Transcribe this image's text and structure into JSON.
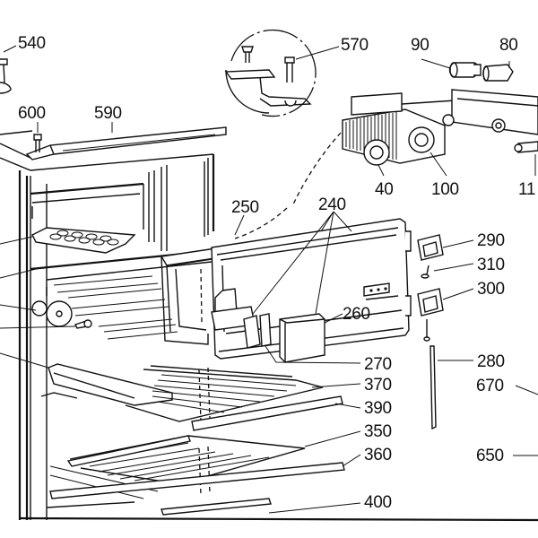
{
  "diagram": {
    "type": "exploded parts diagram",
    "subject": "refrigerator",
    "colors": {
      "ink": "#111111",
      "paper": "#ffffff"
    },
    "callouts": [
      {
        "id": "540",
        "label": "540"
      },
      {
        "id": "570",
        "label": "570"
      },
      {
        "id": "90",
        "label": "90"
      },
      {
        "id": "80",
        "label": "80"
      },
      {
        "id": "600",
        "label": "600"
      },
      {
        "id": "590",
        "label": "590"
      },
      {
        "id": "40",
        "label": "40"
      },
      {
        "id": "100",
        "label": "100"
      },
      {
        "id": "11",
        "label": "11"
      },
      {
        "id": "250",
        "label": "250"
      },
      {
        "id": "240",
        "label": "240"
      },
      {
        "id": "290",
        "label": "290"
      },
      {
        "id": "310",
        "label": "310"
      },
      {
        "id": "300",
        "label": "300"
      },
      {
        "id": "260",
        "label": "260"
      },
      {
        "id": "270",
        "label": "270"
      },
      {
        "id": "280",
        "label": "280"
      },
      {
        "id": "370",
        "label": "370"
      },
      {
        "id": "670",
        "label": "670"
      },
      {
        "id": "390",
        "label": "390"
      },
      {
        "id": "350",
        "label": "350"
      },
      {
        "id": "360",
        "label": "360"
      },
      {
        "id": "650",
        "label": "650"
      },
      {
        "id": "400",
        "label": "400"
      }
    ]
  }
}
